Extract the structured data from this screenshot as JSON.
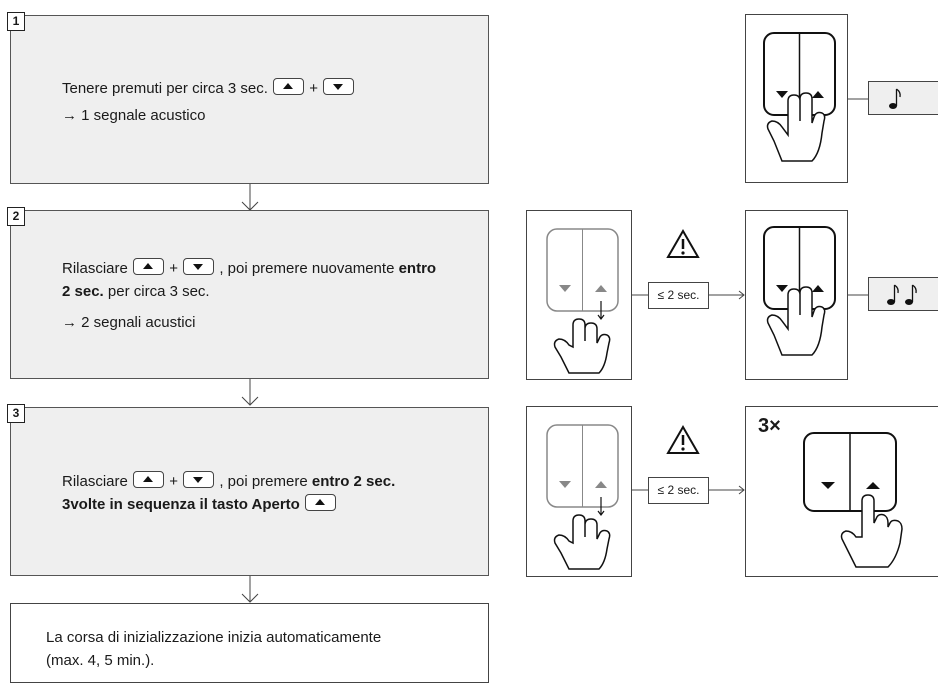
{
  "steps": [
    {
      "number": "1",
      "line1_before": "Tenere premuti per circa 3 sec.",
      "plus": "+",
      "line2": "→ 1 segnale acustico"
    },
    {
      "number": "2",
      "line1_before": "Rilasciare",
      "plus": "+",
      "line1_after": ", poi premere nuovamente",
      "line1_bold": "entro",
      "line2_bold": "2 sec.",
      "line2_after": "per circa 3 sec.",
      "line3": "→ 2 segnali acustici"
    },
    {
      "number": "3",
      "line1_before": "Rilasciare",
      "plus": "+",
      "line1_after": ", poi premere",
      "line1_bold": "entro 2 sec.",
      "line2_bold": "3volte in sequenza il tasto Aperto"
    }
  ],
  "final_text": {
    "line1": "La corsa di inizializzazione inizia automaticamente",
    "line2": "(max. 4, 5 min.)."
  },
  "timing_label": "≤ 2 sec.",
  "repeat_label": "3×",
  "warning_symbol": "⚠",
  "icons": {
    "up_key": "up-arrow-key-icon",
    "down_key": "down-arrow-key-icon",
    "hand": "pressing-hand-icon",
    "note": "music-note-icon",
    "warning": "warning-triangle-icon"
  },
  "colors": {
    "box_fill": "#efefef",
    "border": "#444444"
  }
}
